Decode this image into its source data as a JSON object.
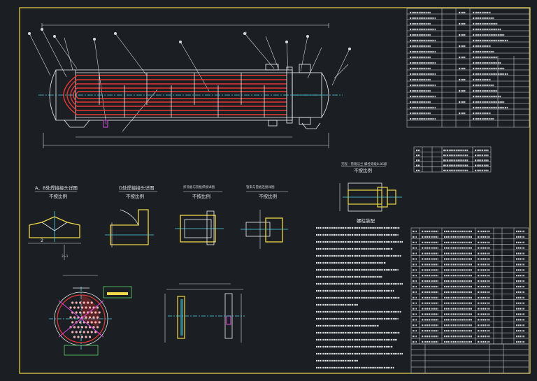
{
  "details": {
    "detail_a_title": "A、B处焊接接头详图",
    "detail_a_scale": "不按比例",
    "detail_d_title": "D处焊接接头详图",
    "detail_d_scale": "不按比例",
    "detail_c_title": "折流板与管板焊接详图",
    "detail_c_scale": "不按比例",
    "detail_e_title": "管束与管板连接详图",
    "detail_e_scale": "不按比例",
    "bolt_title": "壳程 - 管箱法兰 螺栓等级8.8S级",
    "bolt_scale": "不按比例",
    "bolt_sub": "螺柱装配",
    "label_2": "2",
    "label_21": "2~1"
  },
  "colors": {
    "background": "#1b1f24",
    "frame": "#f0d848",
    "tube": "#e53935",
    "shell": "#f2f2f2",
    "center": "#4fd3e8"
  }
}
